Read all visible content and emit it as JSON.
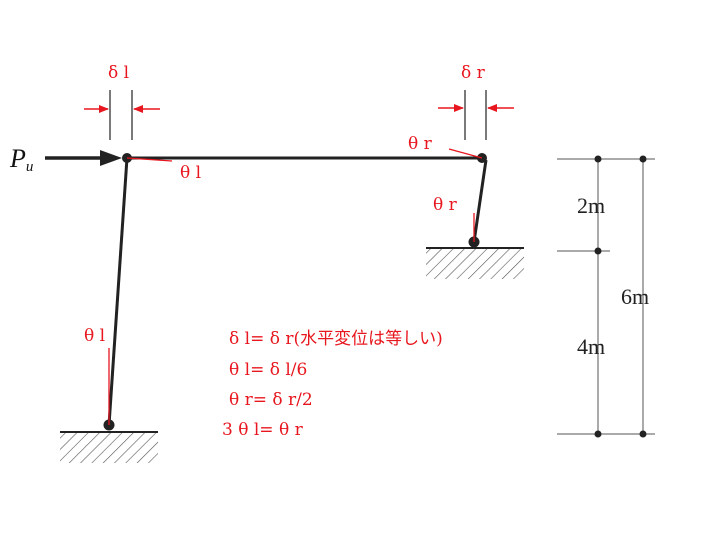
{
  "colors": {
    "annotation": "#e8161e",
    "structure": "#222222"
  },
  "load": {
    "symbol": "P",
    "subscript": "u"
  },
  "labels": {
    "delta_left": "δ l",
    "delta_right": "δ r",
    "theta_left": "θ l",
    "theta_right": "θ r"
  },
  "dimensions": {
    "upper": "2m",
    "lower": "4m",
    "total": "6m"
  },
  "equations": [
    "δ l= δ r(水平変位は等しい)",
    "θ l= δ l/6",
    "θ r= δ r/2",
    "3 θ l= θ r"
  ]
}
